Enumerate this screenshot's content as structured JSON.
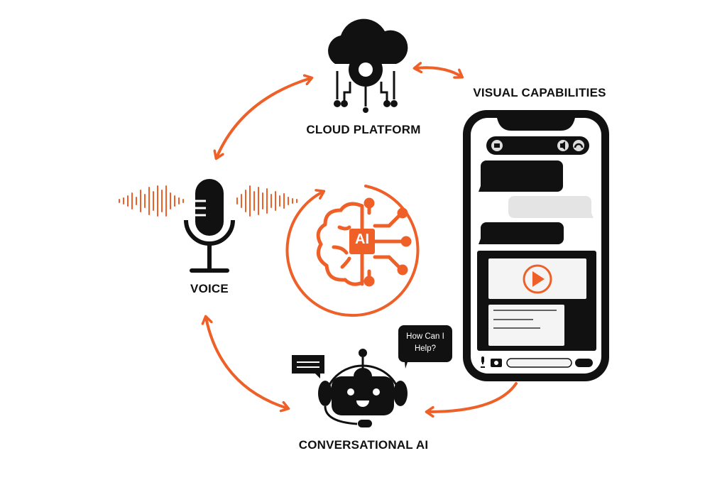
{
  "nodes": {
    "cloud_platform": "CLOUD PLATFORM",
    "visual_capabilities": "VISUAL CAPABILITIES",
    "voice": "VOICE",
    "conversational_ai": "CONVERSATIONAL AI",
    "ai_badge": "AI"
  },
  "speech_bubble": {
    "line1": "How Can I",
    "line2": "Help?"
  },
  "colors": {
    "accent": "#EE6028",
    "ink": "#111111",
    "light_bubble": "#E4E4E4"
  }
}
